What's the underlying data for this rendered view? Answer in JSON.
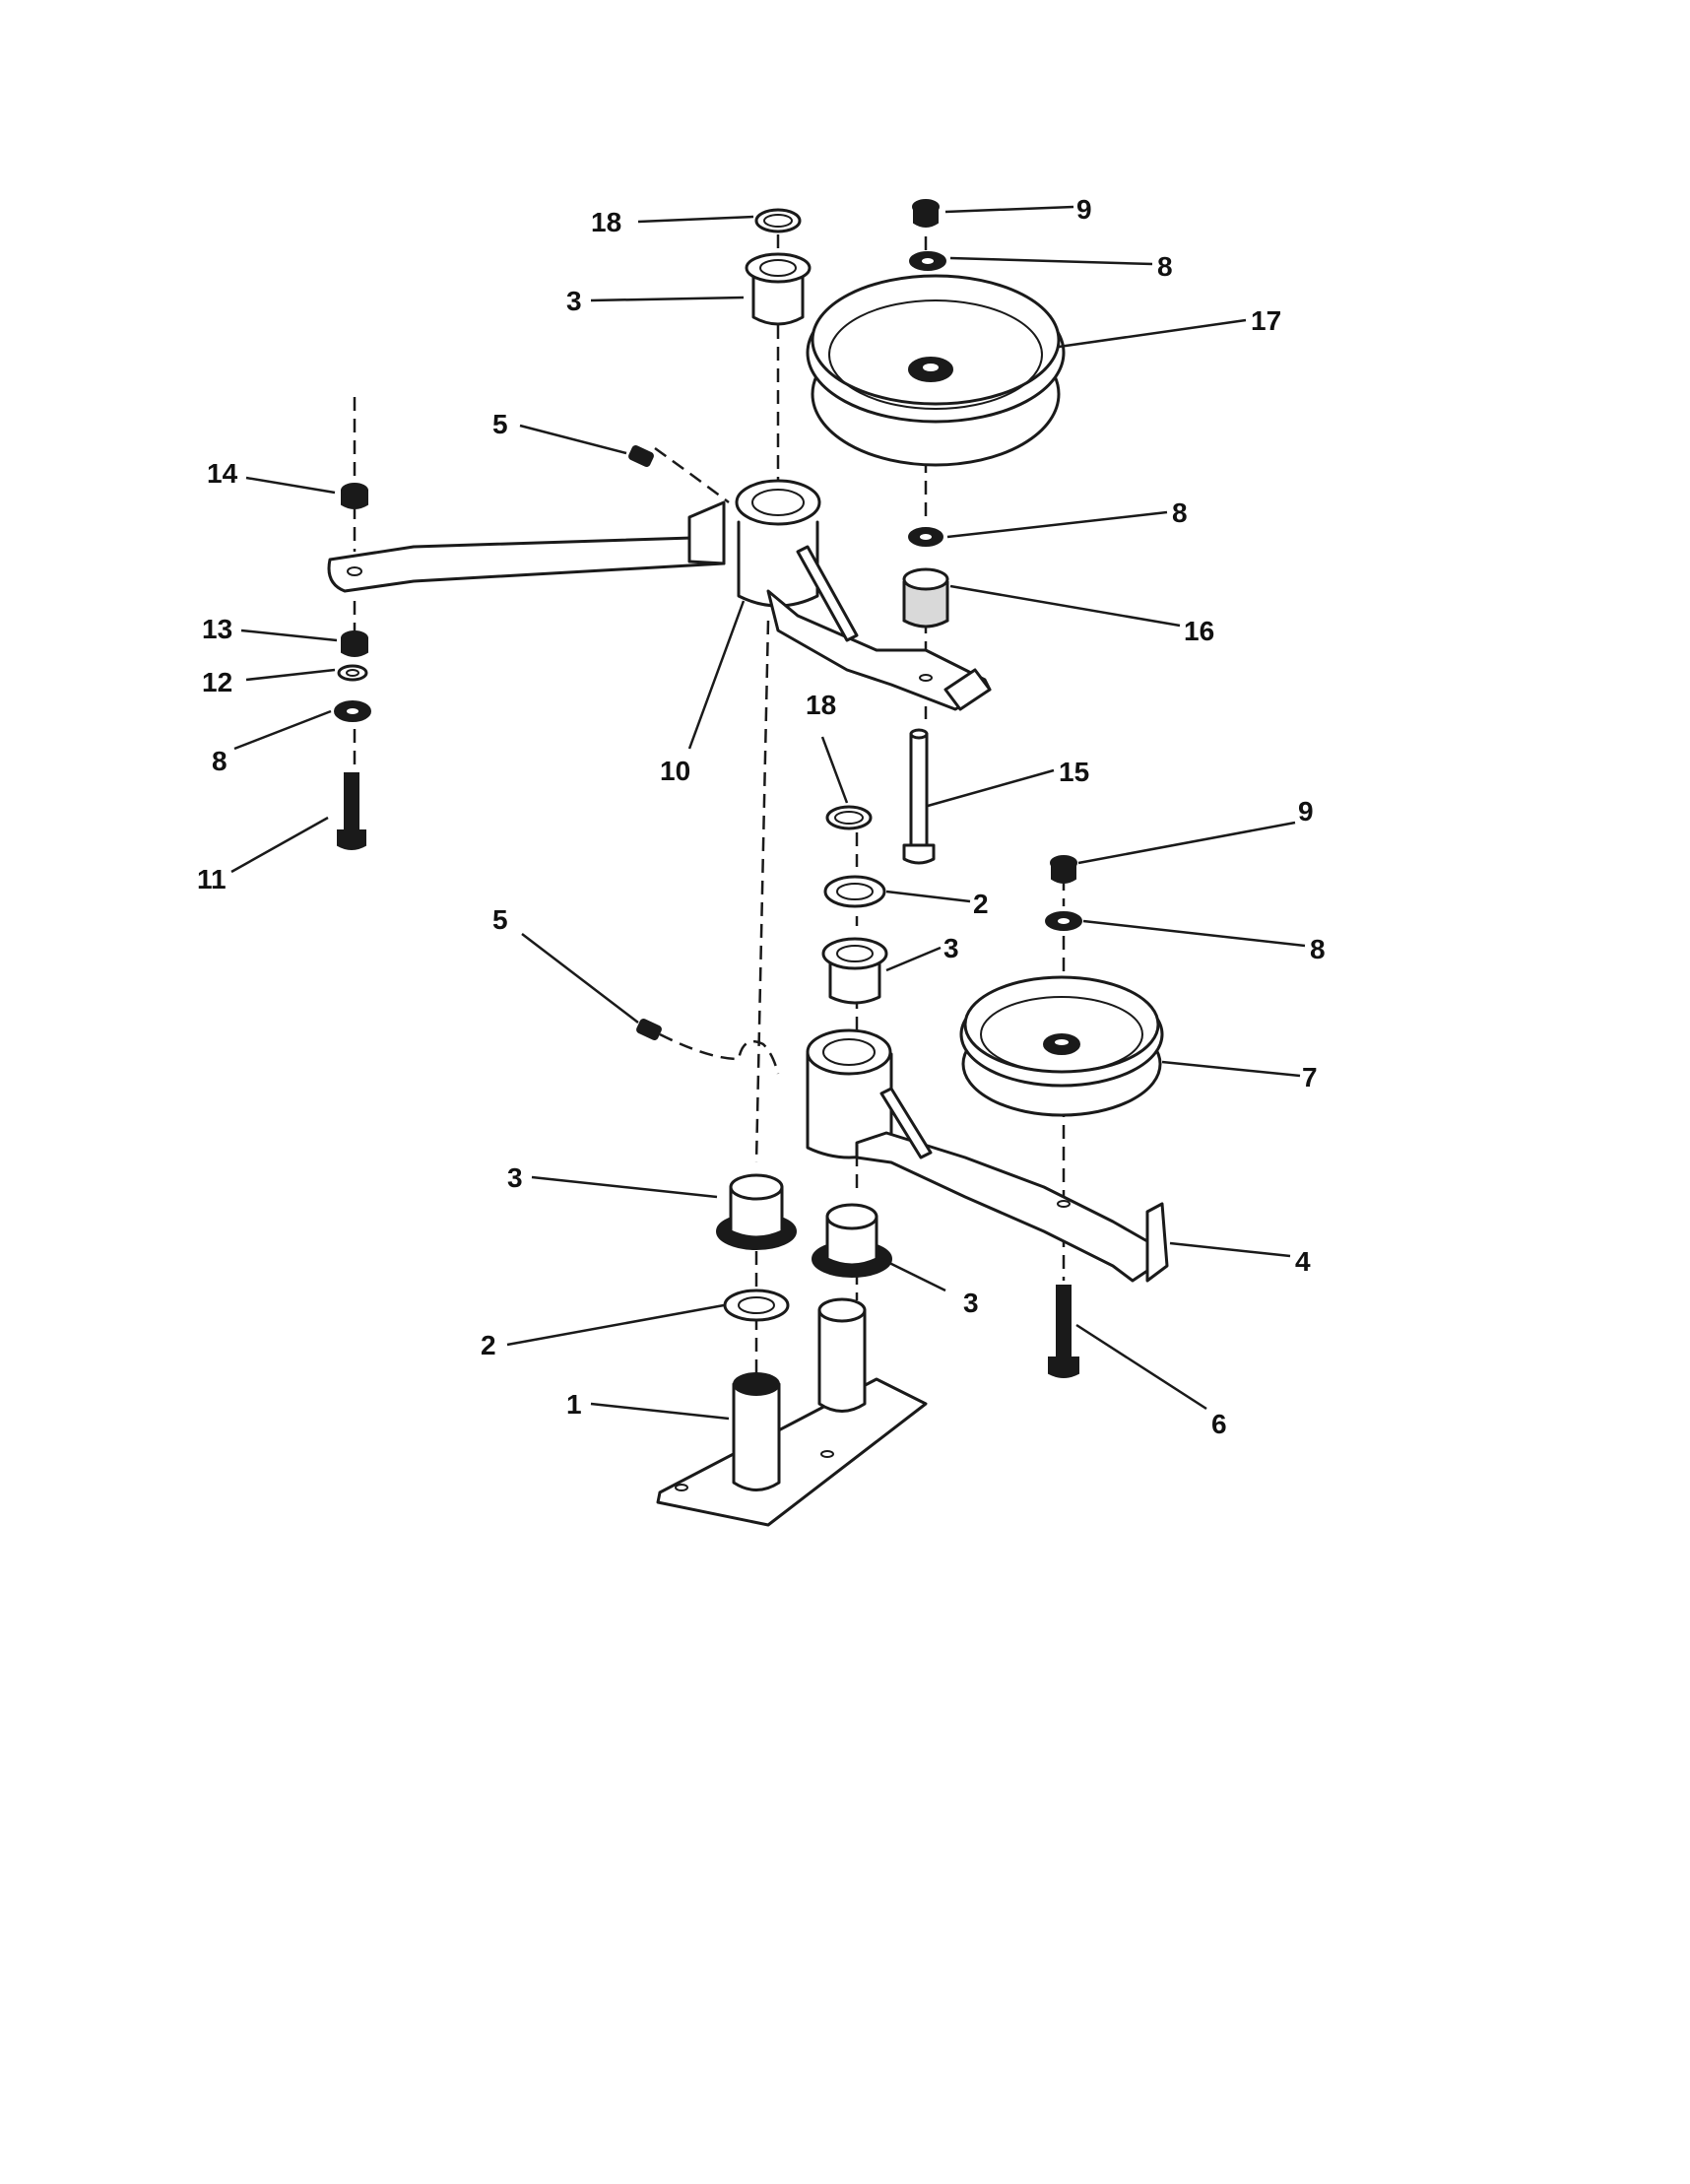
{
  "callouts": {
    "c18_top": "18",
    "c3_top": "3",
    "c9_top": "9",
    "c8_top": "8",
    "c17": "17",
    "c5_top": "5",
    "c14": "14",
    "c8_mid": "8",
    "c16": "16",
    "c13": "13",
    "c12": "12",
    "c8_left": "8",
    "c10": "10",
    "c18_mid": "18",
    "c15": "15",
    "c11": "11",
    "c9_right": "9",
    "c2_mid": "2",
    "c8_right": "8",
    "c5_low": "5",
    "c3_mid": "3",
    "c7": "7",
    "c3_left": "3",
    "c4": "4",
    "c3_low": "3",
    "c2_low": "2",
    "c1": "1",
    "c6": "6"
  },
  "icons": {
    "pulley_large": "large-idler-pulley",
    "pulley_small": "small-idler-pulley",
    "idler_arm_upper": "upper-idler-arm",
    "idler_arm_lower": "lower-idler-arm",
    "mount_plate": "mounting-plate-with-pivot-posts"
  }
}
